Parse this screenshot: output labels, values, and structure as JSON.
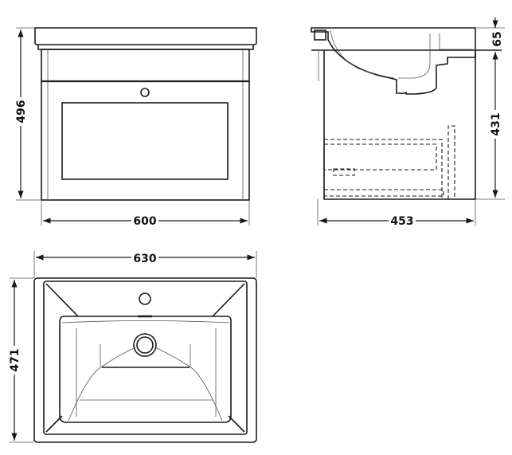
{
  "drawing": {
    "front_view": {
      "width_label": "600",
      "height_label": "496"
    },
    "side_view": {
      "depth_label": "453",
      "basin_height_label": "65",
      "cabinet_height_label": "431"
    },
    "plan_view": {
      "width_label": "630",
      "depth_label": "471"
    }
  }
}
